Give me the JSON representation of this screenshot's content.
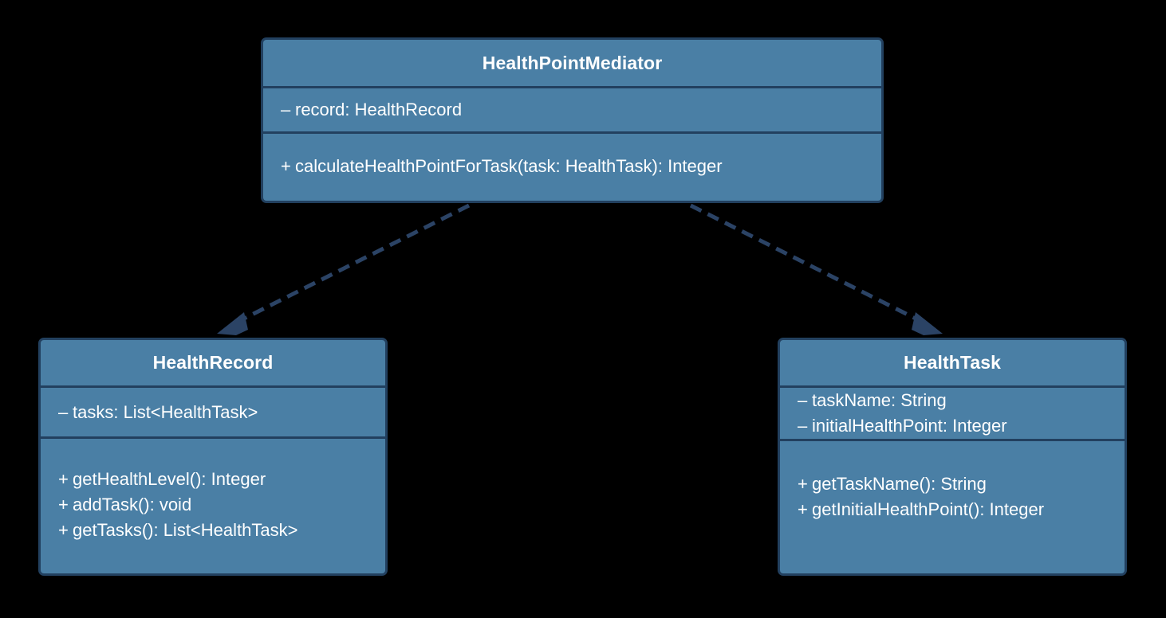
{
  "diagram": {
    "type": "uml-class-diagram",
    "background_color": "#000000",
    "class_fill_color": "#4a7fa5",
    "class_border_color": "#22405f",
    "text_color": "#ffffff",
    "edge_color": "#2b4365",
    "classes": [
      {
        "id": "mediator",
        "name": "HealthPointMediator",
        "attributes": [
          {
            "visibility": "–",
            "text": "record: HealthRecord"
          }
        ],
        "methods": [
          {
            "visibility": "+",
            "text": "calculateHealthPointForTask(task: HealthTask): Integer"
          }
        ]
      },
      {
        "id": "healthrecord",
        "name": "HealthRecord",
        "attributes": [
          {
            "visibility": "–",
            "text": "tasks: List<HealthTask>"
          }
        ],
        "methods": [
          {
            "visibility": "+",
            "text": "getHealthLevel(): Integer"
          },
          {
            "visibility": "+",
            "text": "addTask(): void"
          },
          {
            "visibility": "+",
            "text": "getTasks(): List<HealthTask>"
          }
        ]
      },
      {
        "id": "healthtask",
        "name": "HealthTask",
        "attributes": [
          {
            "visibility": "–",
            "text": "taskName: String"
          },
          {
            "visibility": "–",
            "text": "initialHealthPoint: Integer"
          }
        ],
        "methods": [
          {
            "visibility": "+",
            "text": "getTaskName(): String"
          },
          {
            "visibility": "+",
            "text": "getInitialHealthPoint(): Integer"
          }
        ]
      }
    ],
    "relationships": [
      {
        "id": "mediator-to-healthrecord",
        "from": "HealthPointMediator",
        "to": "HealthRecord",
        "style": "dashed",
        "arrowhead": "filled-triangle",
        "kind": "dependency"
      },
      {
        "id": "mediator-to-healthtask",
        "from": "HealthPointMediator",
        "to": "HealthTask",
        "style": "dashed",
        "arrowhead": "filled-triangle",
        "kind": "dependency"
      }
    ]
  }
}
